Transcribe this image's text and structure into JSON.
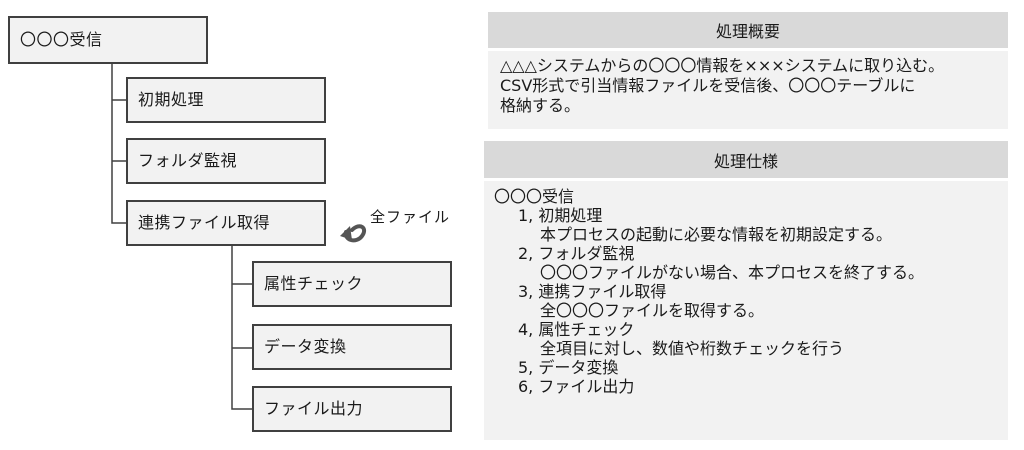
{
  "tree": {
    "root": "〇〇〇受信",
    "children": [
      "初期処理",
      "フォルダ監視",
      "連携ファイル取得"
    ],
    "sub_children": [
      "属性チェック",
      "データ変換",
      "ファイル出力"
    ],
    "loop_label": "全ファイル"
  },
  "summary": {
    "header": "処理概要",
    "lines": [
      "△△△システムからの〇〇〇情報を×××システムに取り込む。",
      "CSV形式で引当情報ファイルを受信後、〇〇〇テーブルに",
      "格納する。"
    ]
  },
  "spec": {
    "header": "処理仕様",
    "title": "〇〇〇受信",
    "items": [
      {
        "heading": "1, 初期処理",
        "detail": "本プロセスの起動に必要な情報を初期設定する。"
      },
      {
        "heading": "2, フォルダ監視",
        "detail": "〇〇〇ファイルがない場合、本プロセスを終了する。"
      },
      {
        "heading": "3, 連携ファイル取得",
        "detail": "全〇〇〇ファイルを取得する。"
      },
      {
        "heading": "4, 属性チェック",
        "detail": "全項目に対し、数値や桁数チェックを行う"
      },
      {
        "heading": "5, データ変換",
        "detail": ""
      },
      {
        "heading": "6, ファイル出力",
        "detail": ""
      }
    ]
  }
}
